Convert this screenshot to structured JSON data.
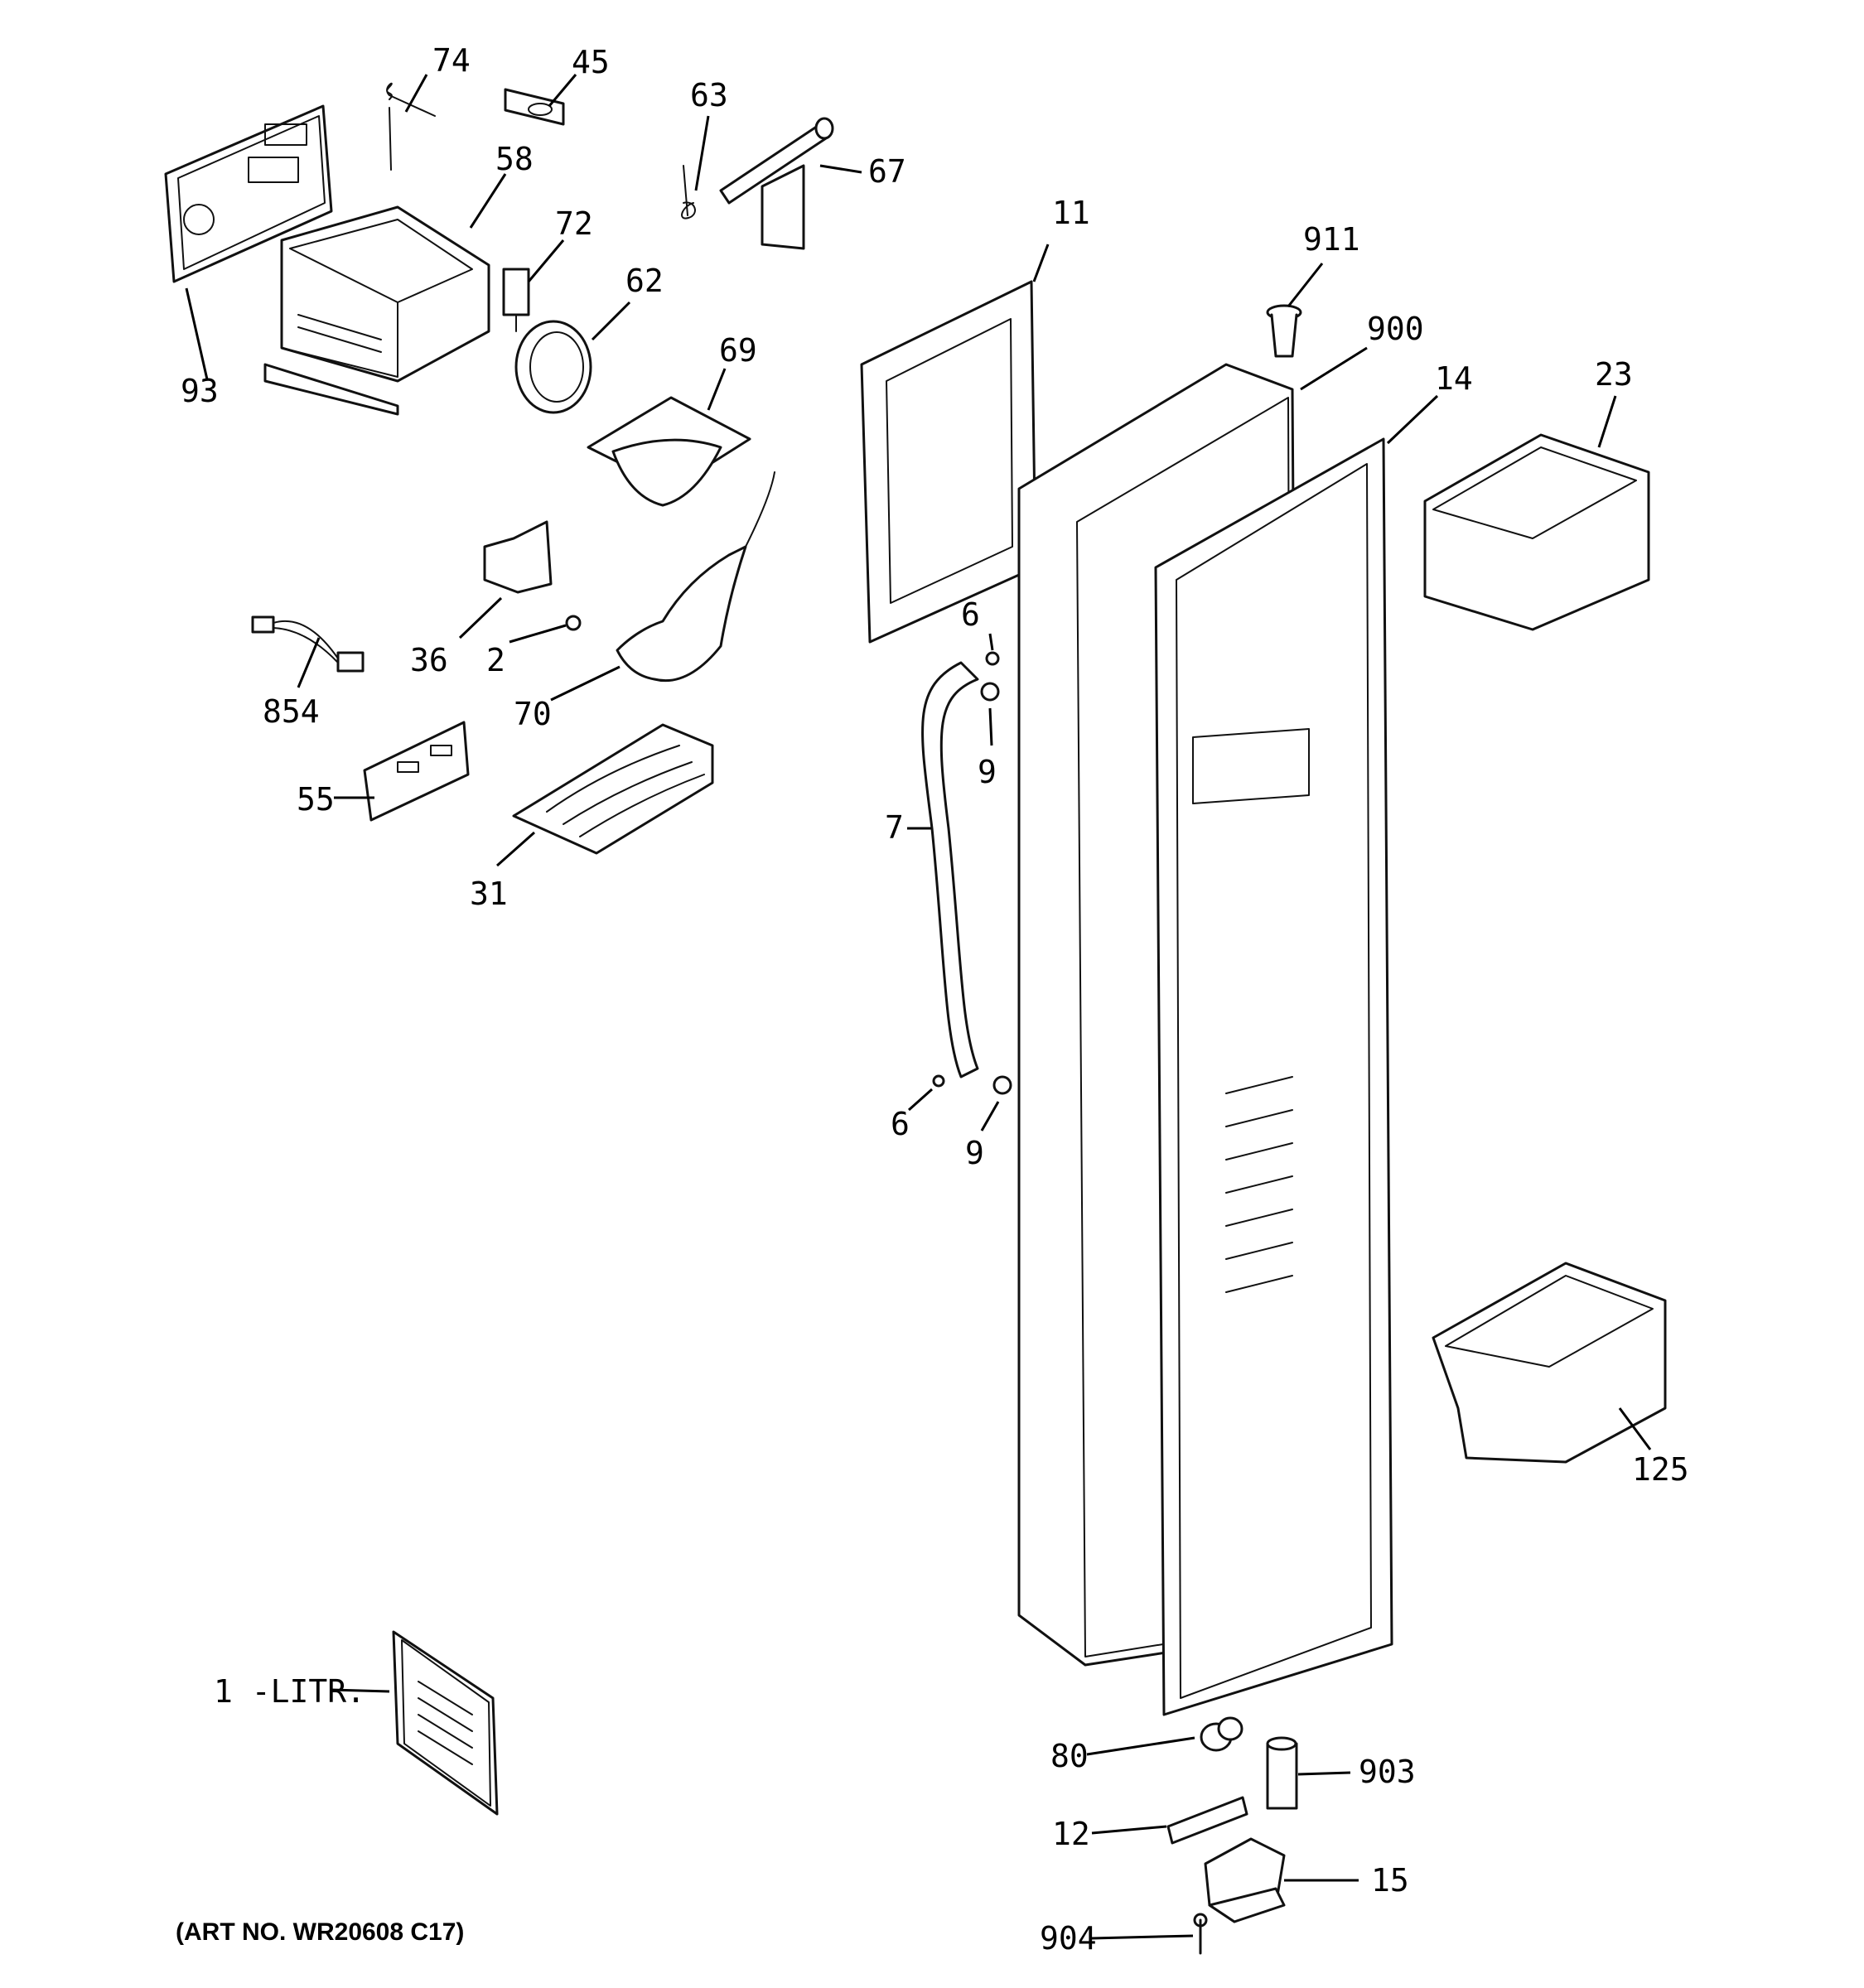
{
  "diagram": {
    "art_number": "(ART NO. WR20608 C17)",
    "callouts": {
      "p74": "74",
      "p45": "45",
      "p63": "63",
      "p67": "67",
      "p58": "58",
      "p72": "72",
      "p93": "93",
      "p62": "62",
      "p69": "69",
      "p11": "11",
      "p911": "911",
      "p900": "900",
      "p14": "14",
      "p23": "23",
      "p36": "36",
      "p2": "2",
      "p854": "854",
      "p70": "70",
      "p6a": "6",
      "p9a": "9",
      "p55": "55",
      "p7": "7",
      "p31": "31",
      "p6b": "6",
      "p9b": "9",
      "p125": "125",
      "p1": "1 -LITR.",
      "p80": "80",
      "p903": "903",
      "p12": "12",
      "p15": "15",
      "p904": "904"
    }
  }
}
